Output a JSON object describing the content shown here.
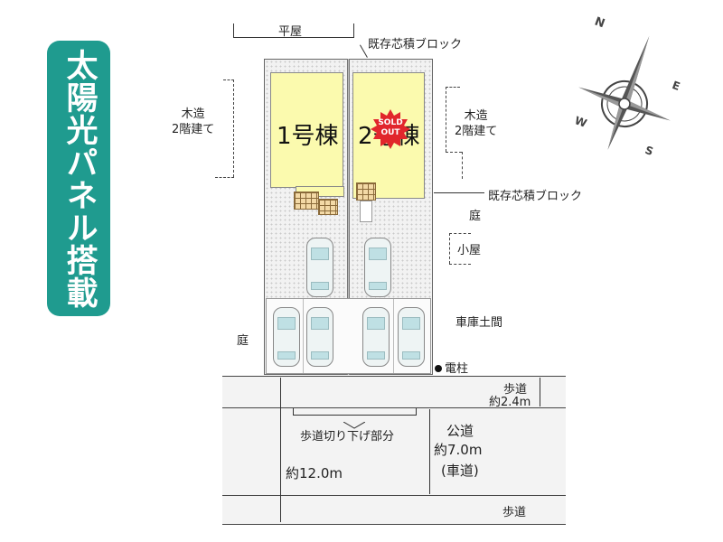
{
  "badge": "太陽光パネル搭載",
  "labels": {
    "neighbor_top": "平屋",
    "block_wall_top": "既存芯積ブロック",
    "block_wall_right": "既存芯積ブロック",
    "wood_left": "木造\n2階建て",
    "wood_right": "木造\n2階建て",
    "garden_right": "庭",
    "garden_left": "庭",
    "shed": "小屋",
    "garage_floor": "車庫土間",
    "utility_pole": "電柱",
    "sidewalk_top": "歩道",
    "sidewalk_top_width": "約2.4m",
    "curb_cut": "歩道切り下げ部分",
    "public_road": "公道",
    "road_width": "約7.0m",
    "carriageway": "(車道)",
    "total_width": "約12.0m",
    "sidewalk_bottom": "歩道"
  },
  "lots": [
    {
      "name": "1号棟",
      "status": ""
    },
    {
      "name": "2号棟",
      "status": "SOLD OUT"
    }
  ],
  "compass": {
    "n": "N",
    "e": "E",
    "s": "S",
    "w": "W"
  }
}
